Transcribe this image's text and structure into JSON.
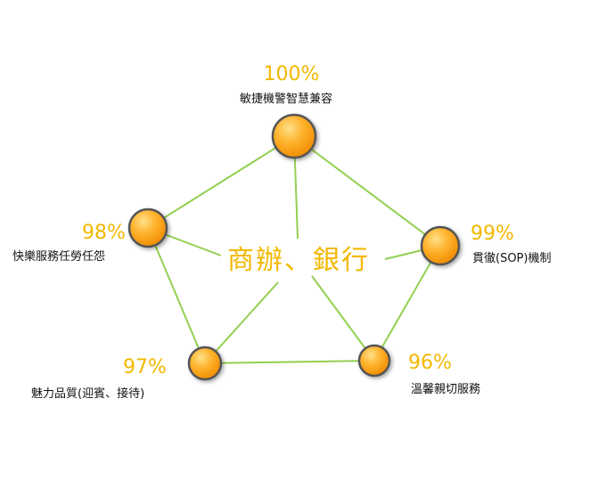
{
  "diagram": {
    "center_title": "商辦、銀行",
    "colors": {
      "line": "#92d050",
      "percent": "#f2b800",
      "title": "#f2b800",
      "node_fill": "#ffb531",
      "node_ring": "#555555"
    },
    "nodes": [
      {
        "id": "top",
        "percent": "100%",
        "label": "敏捷機警智慧兼容"
      },
      {
        "id": "right",
        "percent": "99%",
        "label": "貫徹(SOP)機制"
      },
      {
        "id": "bottom-right",
        "percent": "96%",
        "label": "溫馨親切服務"
      },
      {
        "id": "bottom-left",
        "percent": "97%",
        "label": "魅力品質(迎賓、接待)"
      },
      {
        "id": "left",
        "percent": "98%",
        "label": "快樂服務任勞任怨"
      }
    ]
  }
}
